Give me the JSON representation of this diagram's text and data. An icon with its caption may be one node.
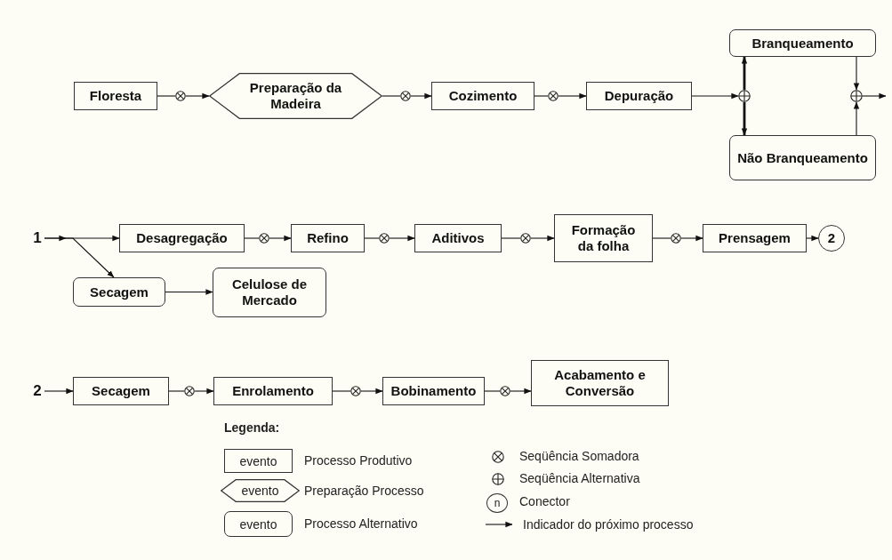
{
  "diagram": {
    "nodes": [
      {
        "text": [
          "Floresta"
        ]
      },
      {
        "text": [],
        "shape": "circle"
      },
      {
        "text": [
          "Preparação da Madeira"
        ]
      },
      {
        "text": [],
        "shape": "circle"
      },
      {
        "text": [
          "Cozimento"
        ]
      },
      {
        "text": [],
        "shape": "circle"
      },
      {
        "text": [
          "Depuração"
        ]
      },
      {
        "text": [],
        "shape": "circle"
      },
      {
        "text": [
          "Branqueamento"
        ]
      },
      {
        "text": [
          "Não Branqueamento"
        ]
      },
      {
        "text": [],
        "shape": "circle"
      },
      {
        "text": [
          "1"
        ]
      },
      {
        "text": [
          "Desagregação"
        ]
      },
      {
        "text": [],
        "shape": "circle"
      },
      {
        "text": [
          "Refino"
        ]
      },
      {
        "text": [],
        "shape": "circle"
      },
      {
        "text": [
          "Aditivos"
        ]
      },
      {
        "text": [],
        "shape": "circle"
      },
      {
        "text": [
          "Formação da folha"
        ]
      },
      {
        "text": [],
        "shape": "circle"
      },
      {
        "text": [
          "Prensagem"
        ]
      },
      {
        "text": [
          "2"
        ]
      },
      {
        "text": [
          "Secagem"
        ]
      },
      {
        "text": [
          "Celulose de Mercado"
        ]
      },
      {
        "text": [
          "2"
        ]
      },
      {
        "text": [
          "Secagem"
        ]
      },
      {
        "text": [],
        "shape": "circle"
      },
      {
        "text": [
          "Enrolamento"
        ]
      },
      {
        "text": [],
        "shape": "circle"
      },
      {
        "text": [
          "Bobinamento"
        ]
      },
      {
        "text": [],
        "shape": "circle"
      },
      {
        "text": [
          "Acabamento e Conversão"
        ]
      }
    ],
    "edges": [
      {
        "from": 0,
        "to": 1,
        "arrow": "none"
      },
      {
        "from": 1,
        "to": 2,
        "arrow": "to"
      },
      {
        "from": 2,
        "to": 3,
        "arrow": "none"
      },
      {
        "from": 3,
        "to": 4,
        "arrow": "to"
      },
      {
        "from": 4,
        "to": 5,
        "arrow": "none"
      },
      {
        "from": 5,
        "to": 6,
        "arrow": "to"
      },
      {
        "from": 6,
        "to": 7,
        "arrow": "to"
      },
      {
        "from": 7,
        "to": 8,
        "arrow": "to",
        "style": "thick"
      },
      {
        "from": 7,
        "to": 9,
        "arrow": "to",
        "style": "thick"
      },
      {
        "from": 8,
        "to": 10,
        "arrow": "to"
      },
      {
        "from": 9,
        "to": 10,
        "arrow": "to"
      },
      {
        "from": 10,
        "to": null,
        "arrow": "to"
      },
      {
        "from": 11,
        "to": 12,
        "arrow": "to"
      },
      {
        "from": 11,
        "to": 22,
        "arrow": "to"
      },
      {
        "from": 12,
        "to": 13,
        "arrow": "none"
      },
      {
        "from": 13,
        "to": 14,
        "arrow": "to"
      },
      {
        "from": 14,
        "to": 15,
        "arrow": "none"
      },
      {
        "from": 15,
        "to": 16,
        "arrow": "to"
      },
      {
        "from": 16,
        "to": 17,
        "arrow": "none"
      },
      {
        "from": 17,
        "to": 18,
        "arrow": "to"
      },
      {
        "from": 18,
        "to": 19,
        "arrow": "none"
      },
      {
        "from": 19,
        "to": 20,
        "arrow": "to"
      },
      {
        "from": 20,
        "to": 21,
        "arrow": "to"
      },
      {
        "from": 22,
        "to": 23,
        "arrow": "to"
      },
      {
        "from": 24,
        "to": 25,
        "arrow": "to"
      },
      {
        "from": 25,
        "to": 26,
        "arrow": "none"
      },
      {
        "from": 26,
        "to": 27,
        "arrow": "to"
      },
      {
        "from": 27,
        "to": 28,
        "arrow": "none"
      },
      {
        "from": 28,
        "to": 29,
        "arrow": "to"
      },
      {
        "from": 29,
        "to": 30,
        "arrow": "none"
      },
      {
        "from": 30,
        "to": 31,
        "arrow": "to"
      }
    ],
    "labels": [
      "Legenda:",
      "evento",
      "evento",
      "evento",
      "n"
    ],
    "legend": [
      {
        "text": "Processo Produtivo"
      },
      {
        "text": "Preparação Processo"
      },
      {
        "text": "Processo Alternativo"
      },
      {
        "text": "Seqüência Somadora"
      },
      {
        "text": "Seqüência Alternativa"
      },
      {
        "text": "Conector"
      },
      {
        "text": "Indicador do próximo processo"
      }
    ]
  }
}
